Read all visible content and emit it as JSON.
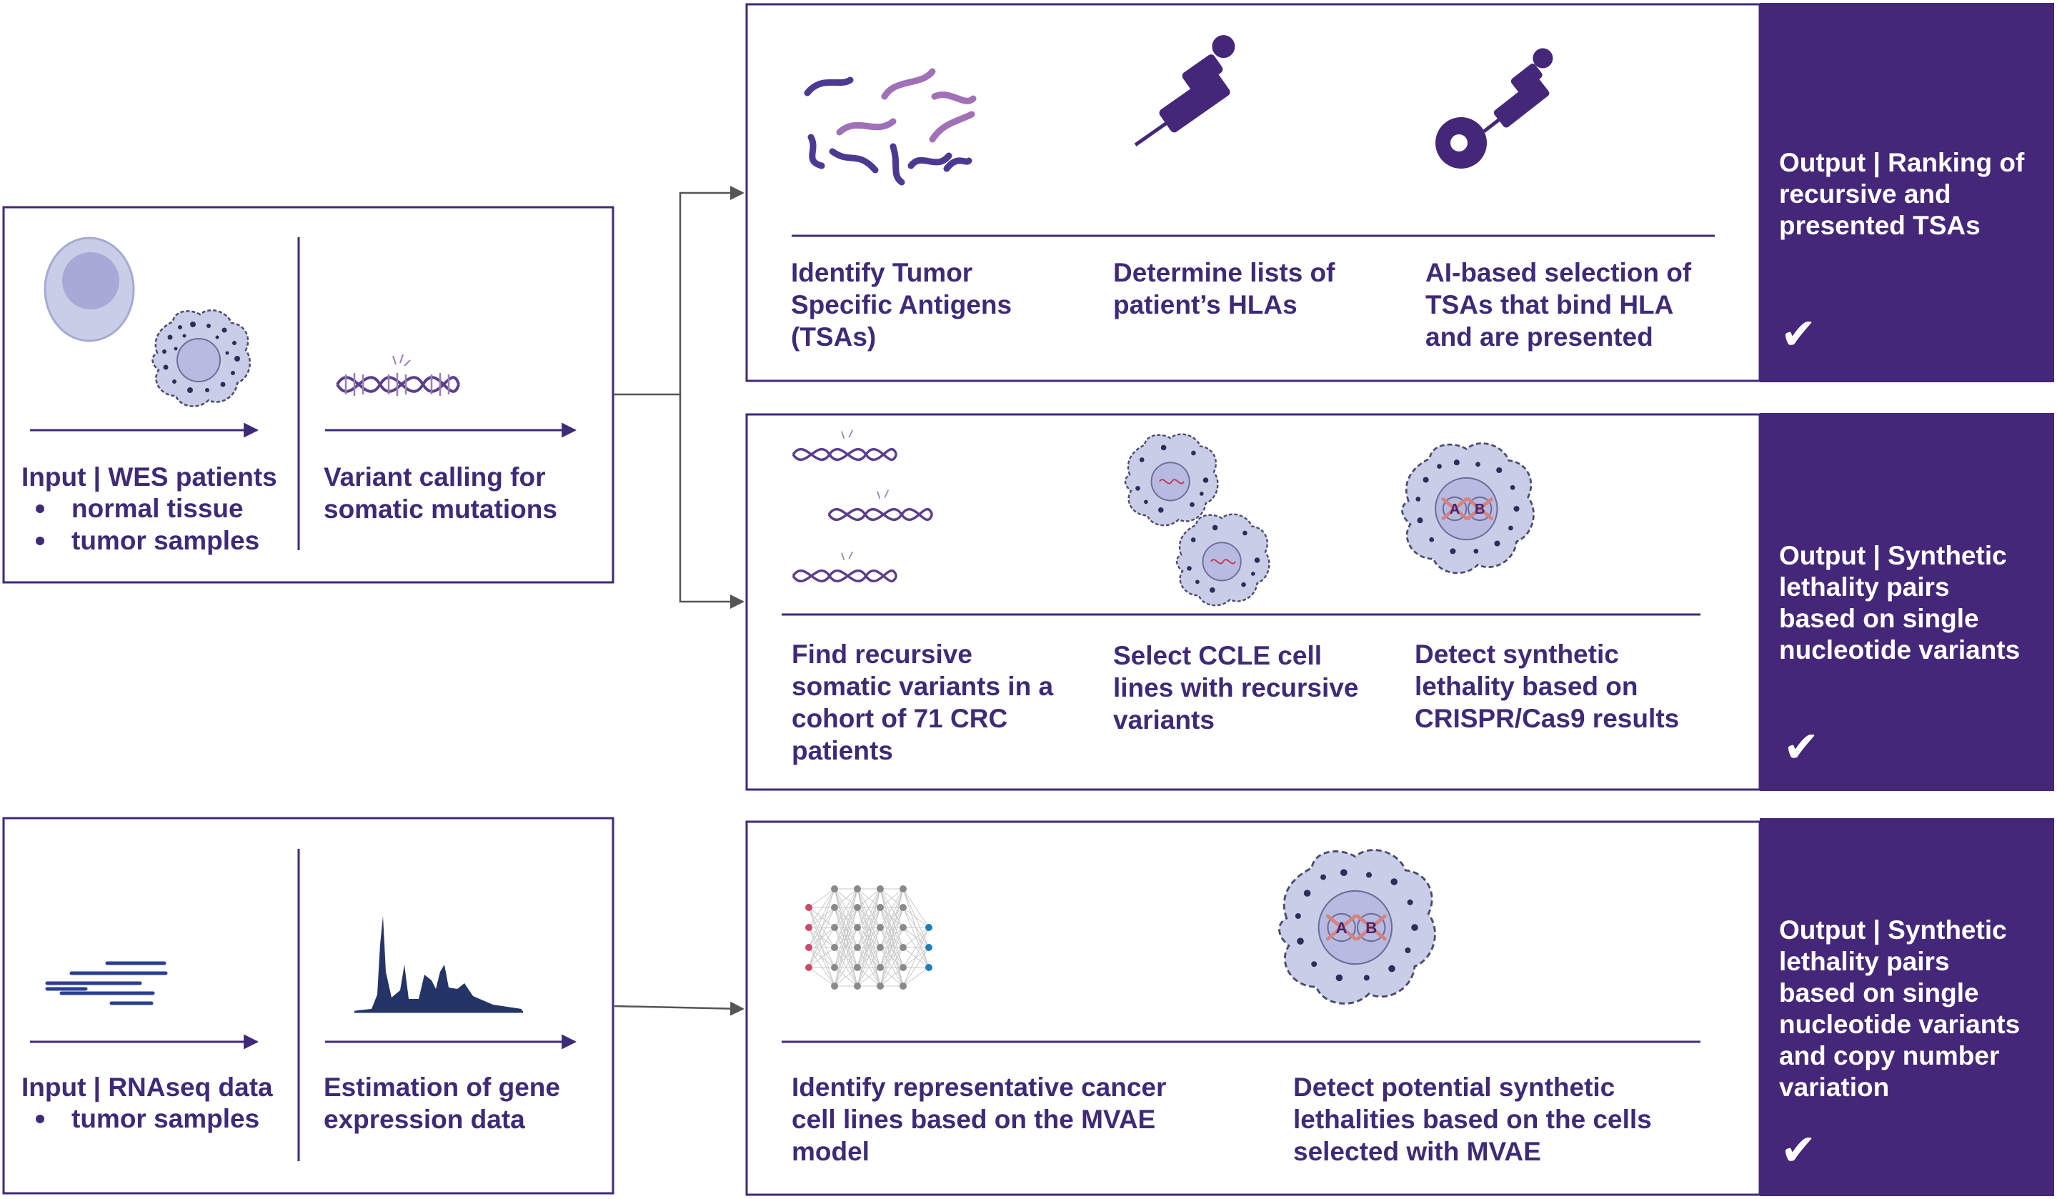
{
  "colors": {
    "primary": "#3f2a78",
    "output_bg": "#45277a",
    "border": "#3f2a78",
    "cell_fill": "#c9cde7",
    "cell_nucleus": "#a7a9d6",
    "dna_stroke": "#5a3e8a",
    "peptide_light": "#a070b8",
    "peptide_dark": "#4c3a92",
    "rnaseq_blue": "#2c3e92",
    "spectrum_fill": "#253466",
    "cross_red": "#d9817f"
  },
  "input_wes": {
    "title": "Input | WES patients",
    "bullets": [
      "normal tissue",
      "tumor samples"
    ],
    "step2": [
      "Variant calling for",
      "somatic mutations"
    ]
  },
  "input_rnaseq": {
    "title": "Input | RNAseq data",
    "bullets": [
      "tumor samples"
    ],
    "step2": [
      "Estimation of gene",
      "expression data"
    ]
  },
  "panel_tsa": {
    "steps": [
      [
        "Identify Tumor",
        "Specific Antigens",
        "(TSAs)"
      ],
      [
        "Determine lists of",
        "patient’s HLAs"
      ],
      [
        "AI-based selection of",
        "TSAs that bind HLA",
        "and are presented"
      ]
    ],
    "output": [
      "Output | Ranking of",
      "recursive and",
      "presented TSAs"
    ],
    "check": "✔"
  },
  "panel_snv": {
    "steps": [
      [
        "Find recursive",
        "somatic variants in a",
        "cohort of 71 CRC",
        "patients"
      ],
      [
        "Select CCLE cell",
        "lines with recursive",
        "variants"
      ],
      [
        "Detect synthetic",
        "lethality based on",
        "CRISPR/Cas9 results"
      ]
    ],
    "output": [
      "Output | Synthetic",
      "lethality pairs",
      "based on single",
      "nucleotide variants"
    ],
    "check": "✔",
    "gene_a": "A",
    "gene_b": "B"
  },
  "panel_cnv": {
    "steps": [
      [
        "Identify representative cancer",
        "cell lines based on the MVAE",
        "model"
      ],
      [
        "Detect potential synthetic",
        "lethalities based on the cells",
        "selected with MVAE"
      ]
    ],
    "output": [
      "Output | Synthetic",
      "lethality pairs",
      "based on single",
      "nucleotide variants",
      "and copy number",
      "variation"
    ],
    "check": "✔",
    "gene_a": "A",
    "gene_b": "B"
  }
}
